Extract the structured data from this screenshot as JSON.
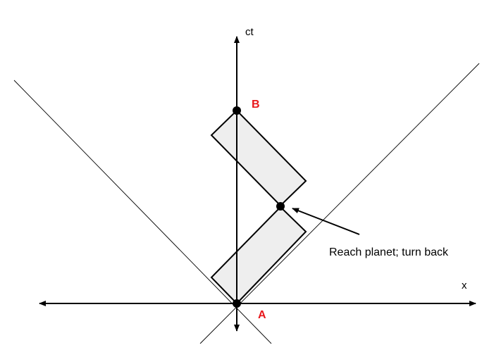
{
  "axes": {
    "x_label": "x",
    "y_label": "ct"
  },
  "events": {
    "A": {
      "label": "A",
      "color": "#e8171b"
    },
    "B": {
      "label": "B",
      "color": "#e8171b"
    }
  },
  "annotation": {
    "text": "Reach planet; turn back"
  },
  "colors": {
    "box_fill": "#eeeeee",
    "stroke": "#000000"
  }
}
